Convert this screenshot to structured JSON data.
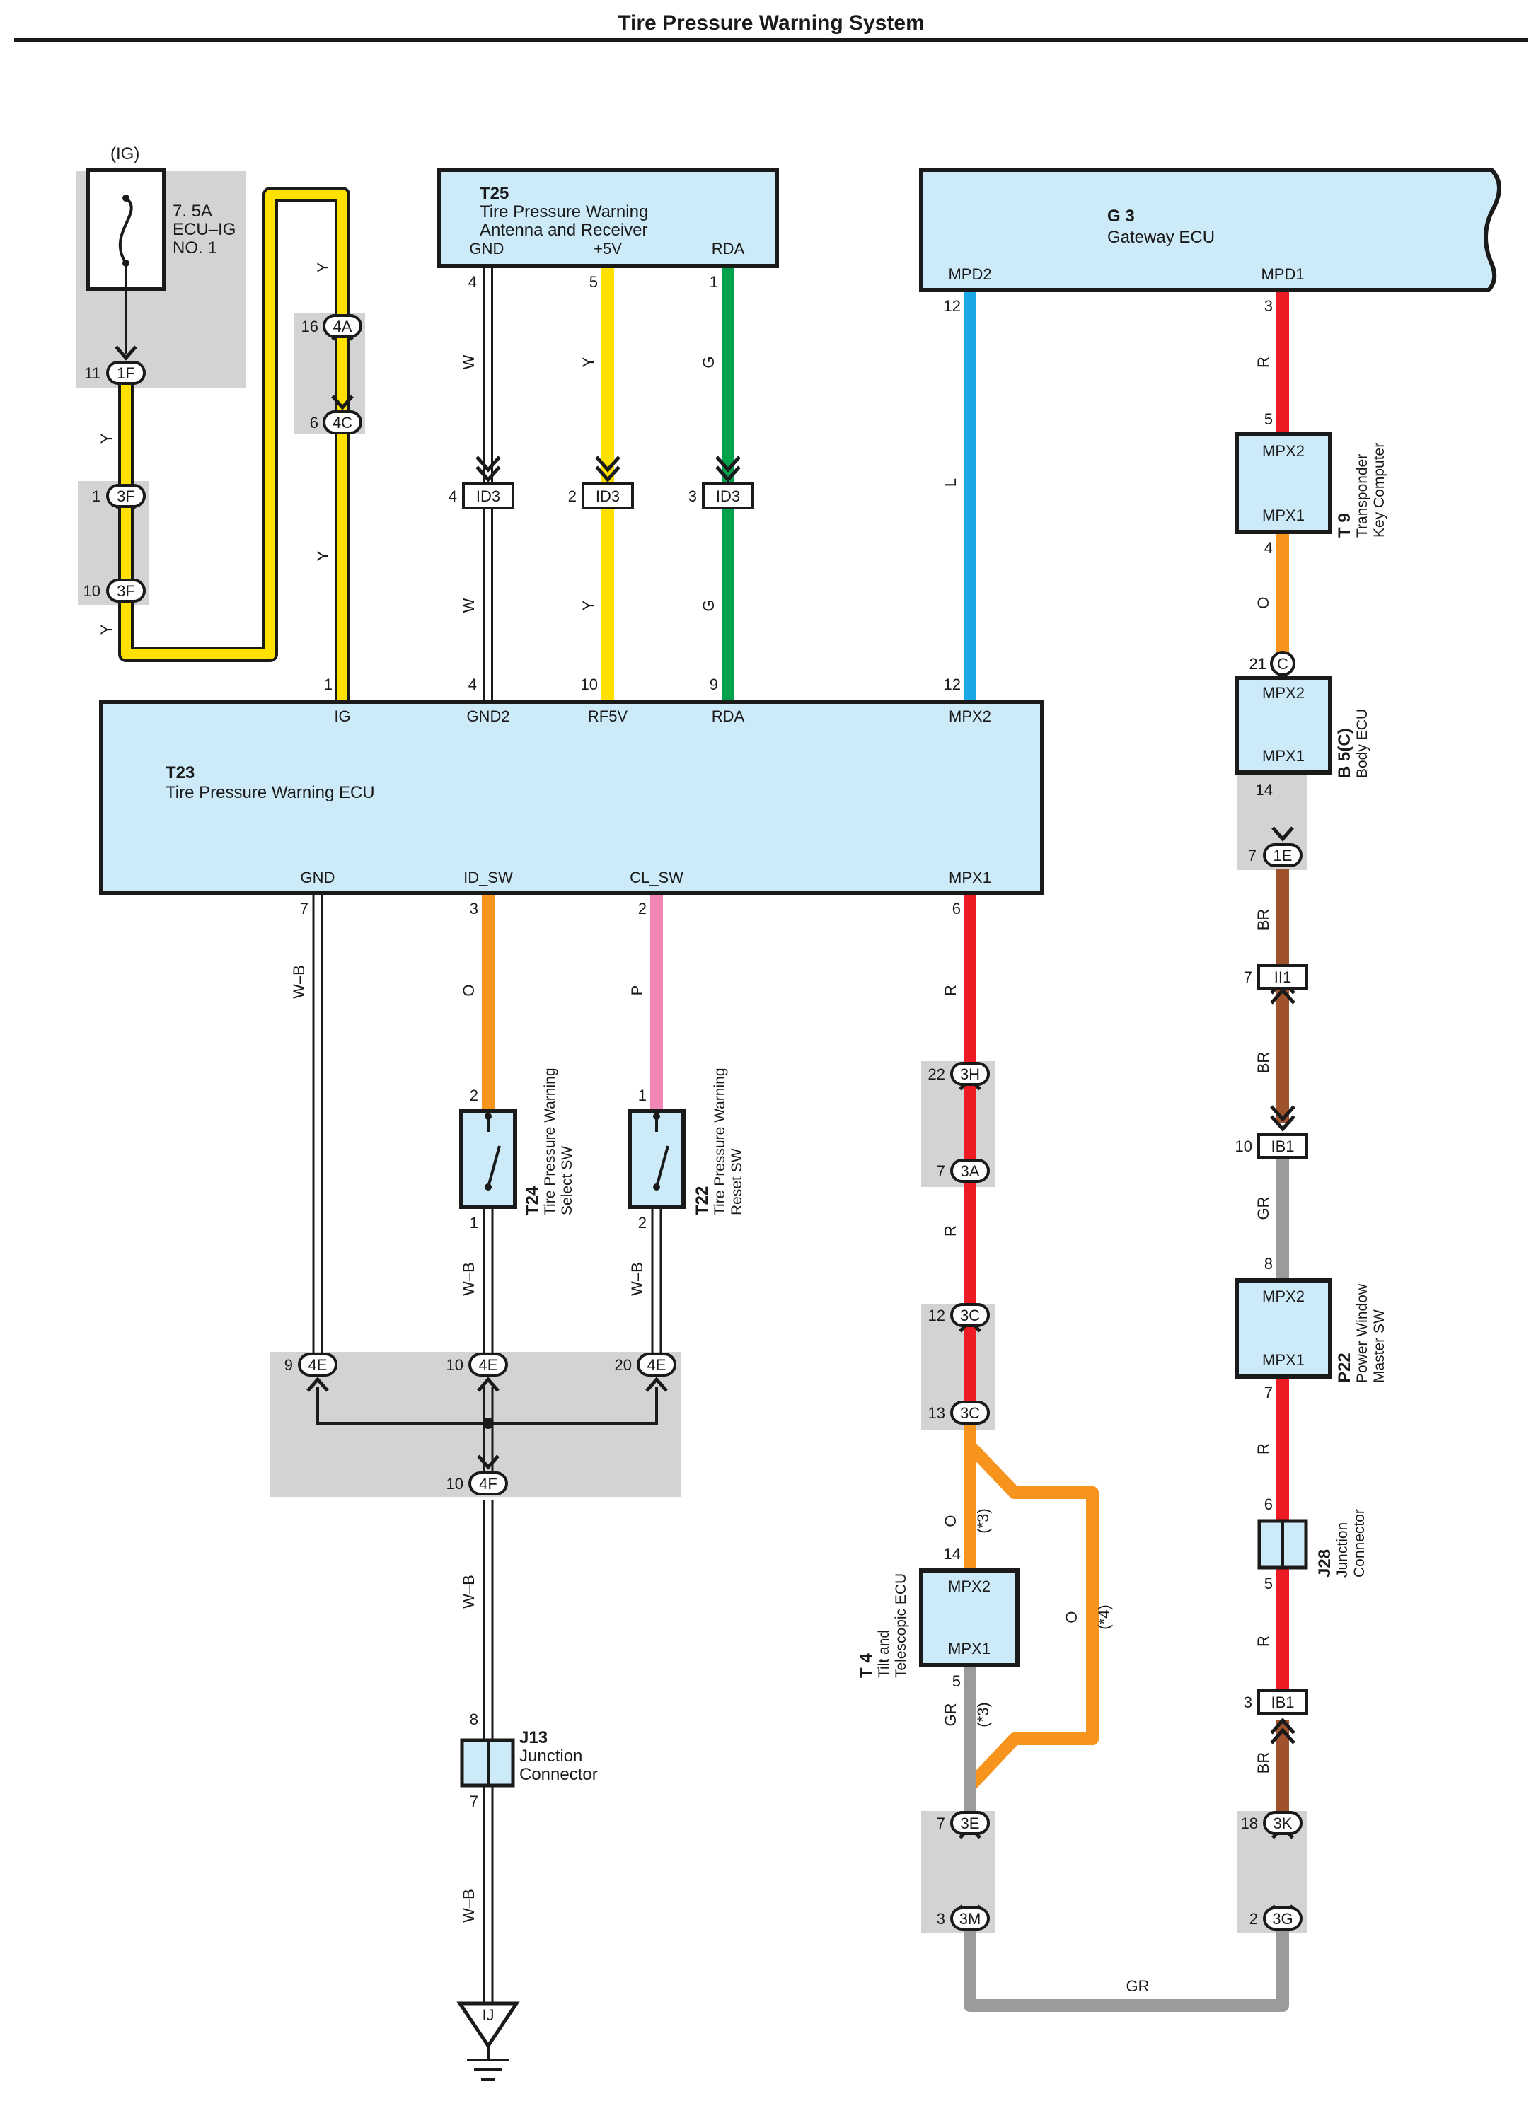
{
  "title": "Tire Pressure Warning System",
  "colors": {
    "Y": "#ffe100",
    "W": "#ffffff",
    "G": "#00a14b",
    "L": "#1aa7e8",
    "R": "#ed1c24",
    "O": "#f7941d",
    "P": "#f287b7",
    "BR": "#a0522d",
    "GR": "#9b9b9b",
    "WB": "#1a1a1a",
    "ecu_fill": "#cdeaf8",
    "shade": "#d2d3d5"
  },
  "fuse": {
    "tag": "(IG)",
    "rating": "7. 5A",
    "name_line1": "ECU–IG",
    "name_line2": "NO. 1"
  },
  "t25": {
    "id": "T25",
    "name_line1": "Tire Pressure Warning",
    "name_line2": "Antenna and Receiver",
    "pin_gnd": "GND",
    "pin_5v": "+5V",
    "pin_rda": "RDA"
  },
  "g3": {
    "id": "G 3",
    "name": "Gateway ECU",
    "pin_mpd2": "MPD2",
    "pin_mpd1": "MPD1"
  },
  "t23": {
    "id": "T23",
    "name": "Tire Pressure Warning ECU",
    "pin_ig": "IG",
    "pin_gnd2": "GND2",
    "pin_rf5v": "RF5V",
    "pin_rda": "RDA",
    "pin_mpx2": "MPX2",
    "pin_gnd": "GND",
    "pin_idsw": "ID_SW",
    "pin_clsw": "CL_SW",
    "pin_mpx1": "MPX1"
  },
  "mpx": {
    "mpx2": "MPX2",
    "mpx1": "MPX1"
  },
  "t9": {
    "id": "T 9",
    "name_line1": "Transponder",
    "name_line2": "Key Computer"
  },
  "b5": {
    "id": "B 5(C)",
    "name": "Body ECU"
  },
  "p22": {
    "id": "P22",
    "name_line1": "Power Window",
    "name_line2": "Master SW"
  },
  "j28": {
    "id": "J28",
    "name_line1": "Junction",
    "name_line2": "Connector"
  },
  "t4": {
    "id": "T 4",
    "name_line1": "Tilt and",
    "name_line2": "Telescopic ECU"
  },
  "t24": {
    "id": "T24",
    "name_line1": "Tire Pressure Warning",
    "name_line2": "Select SW"
  },
  "t22": {
    "id": "T22",
    "name_line1": "Tire Pressure Warning",
    "name_line2": "Reset SW"
  },
  "j13": {
    "id": "J13",
    "name_line1": "Junction",
    "name_line2": "Connector"
  },
  "ground": {
    "label": "IJ"
  },
  "wire_labels": {
    "Y": "Y",
    "W": "W",
    "G": "G",
    "L": "L",
    "R": "R",
    "O": "O",
    "P": "P",
    "BR": "BR",
    "GR": "GR",
    "WB": "W–B",
    "note3": "(*3)",
    "note4": "(*4)"
  },
  "connectors": {
    "c1F": "1F",
    "c3F": "3F",
    "c4A": "4A",
    "c4C": "4C",
    "cID3": "ID3",
    "cC": "C",
    "c1E": "1E",
    "cII1": "II1",
    "cIB1": "IB1",
    "c3H": "3H",
    "c3A": "3A",
    "c3C": "3C",
    "c3E": "3E",
    "c3M": "3M",
    "c3K": "3K",
    "c3G": "3G",
    "c4E": "4E",
    "c4F": "4F"
  },
  "pins": {
    "n1": "1",
    "n2": "2",
    "n3": "3",
    "n4": "4",
    "n5": "5",
    "n6": "6",
    "n7": "7",
    "n8": "8",
    "n9": "9",
    "n10": "10",
    "n11": "11",
    "n12": "12",
    "n13": "13",
    "n14": "14",
    "n16": "16",
    "n18": "18",
    "n20": "20",
    "n21": "21",
    "n22": "22"
  }
}
